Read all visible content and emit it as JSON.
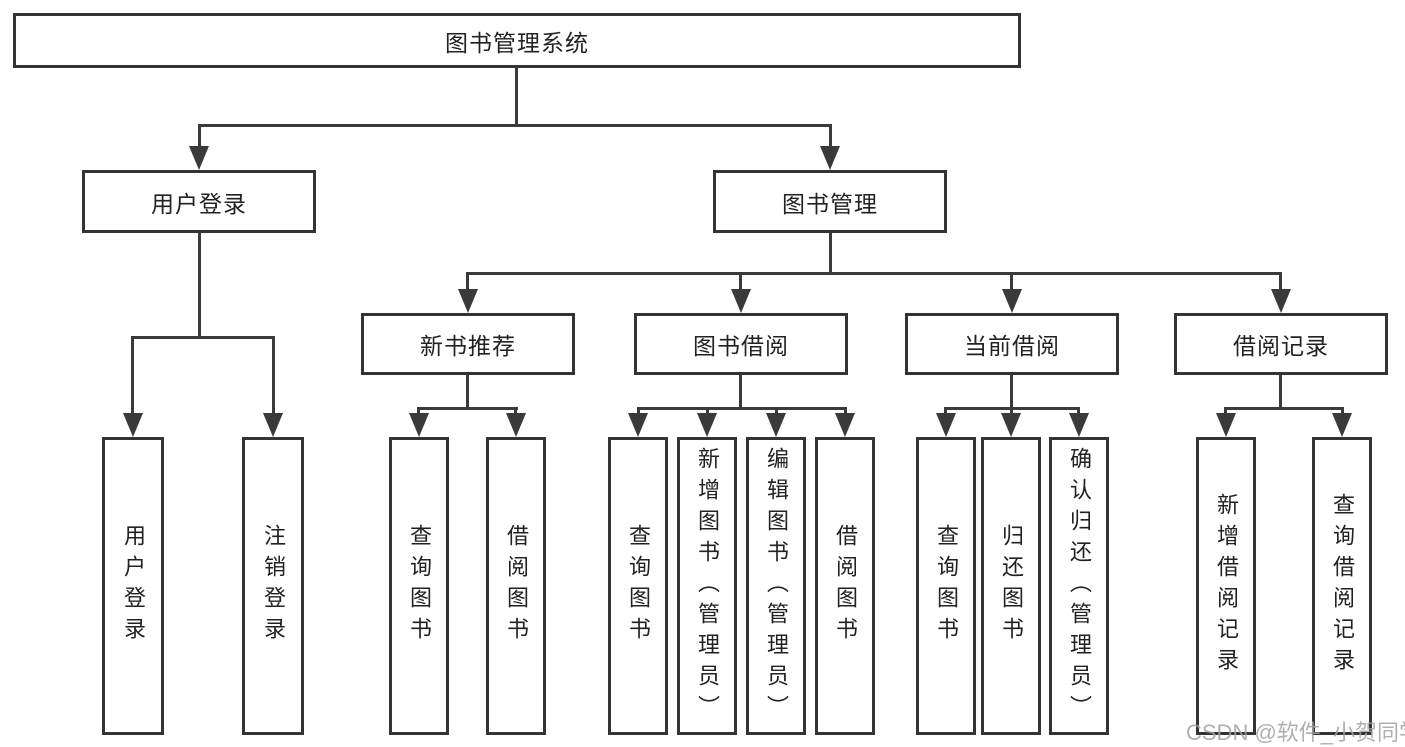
{
  "diagram": {
    "title": "图书管理系统",
    "watermark": "CSDN @软件_小贺同学",
    "colors": {
      "line": "#3a3a3a",
      "border": "#343434",
      "text": "#222222",
      "watermark_text": "#a3a3a3",
      "background": "#ffffff"
    },
    "nodes": {
      "root": "图书管理系统",
      "branches": [
        "用户登录",
        "图书管理"
      ],
      "modules": [
        "新书推荐",
        "图书借阅",
        "当前借阅",
        "借阅记录"
      ],
      "leaves_user": [
        "用户登录",
        "注销登录"
      ],
      "leaves_recommend": [
        "查询图书",
        "借阅图书"
      ],
      "leaves_borrow": [
        "查询图书",
        "新增图书（管理员）",
        "编辑图书（管理员）",
        "借阅图书"
      ],
      "leaves_current": [
        "查询图书",
        "归还图书",
        "确认归还（管理员）"
      ],
      "leaves_records": [
        "新增借阅记录",
        "查询借阅记录"
      ]
    }
  }
}
